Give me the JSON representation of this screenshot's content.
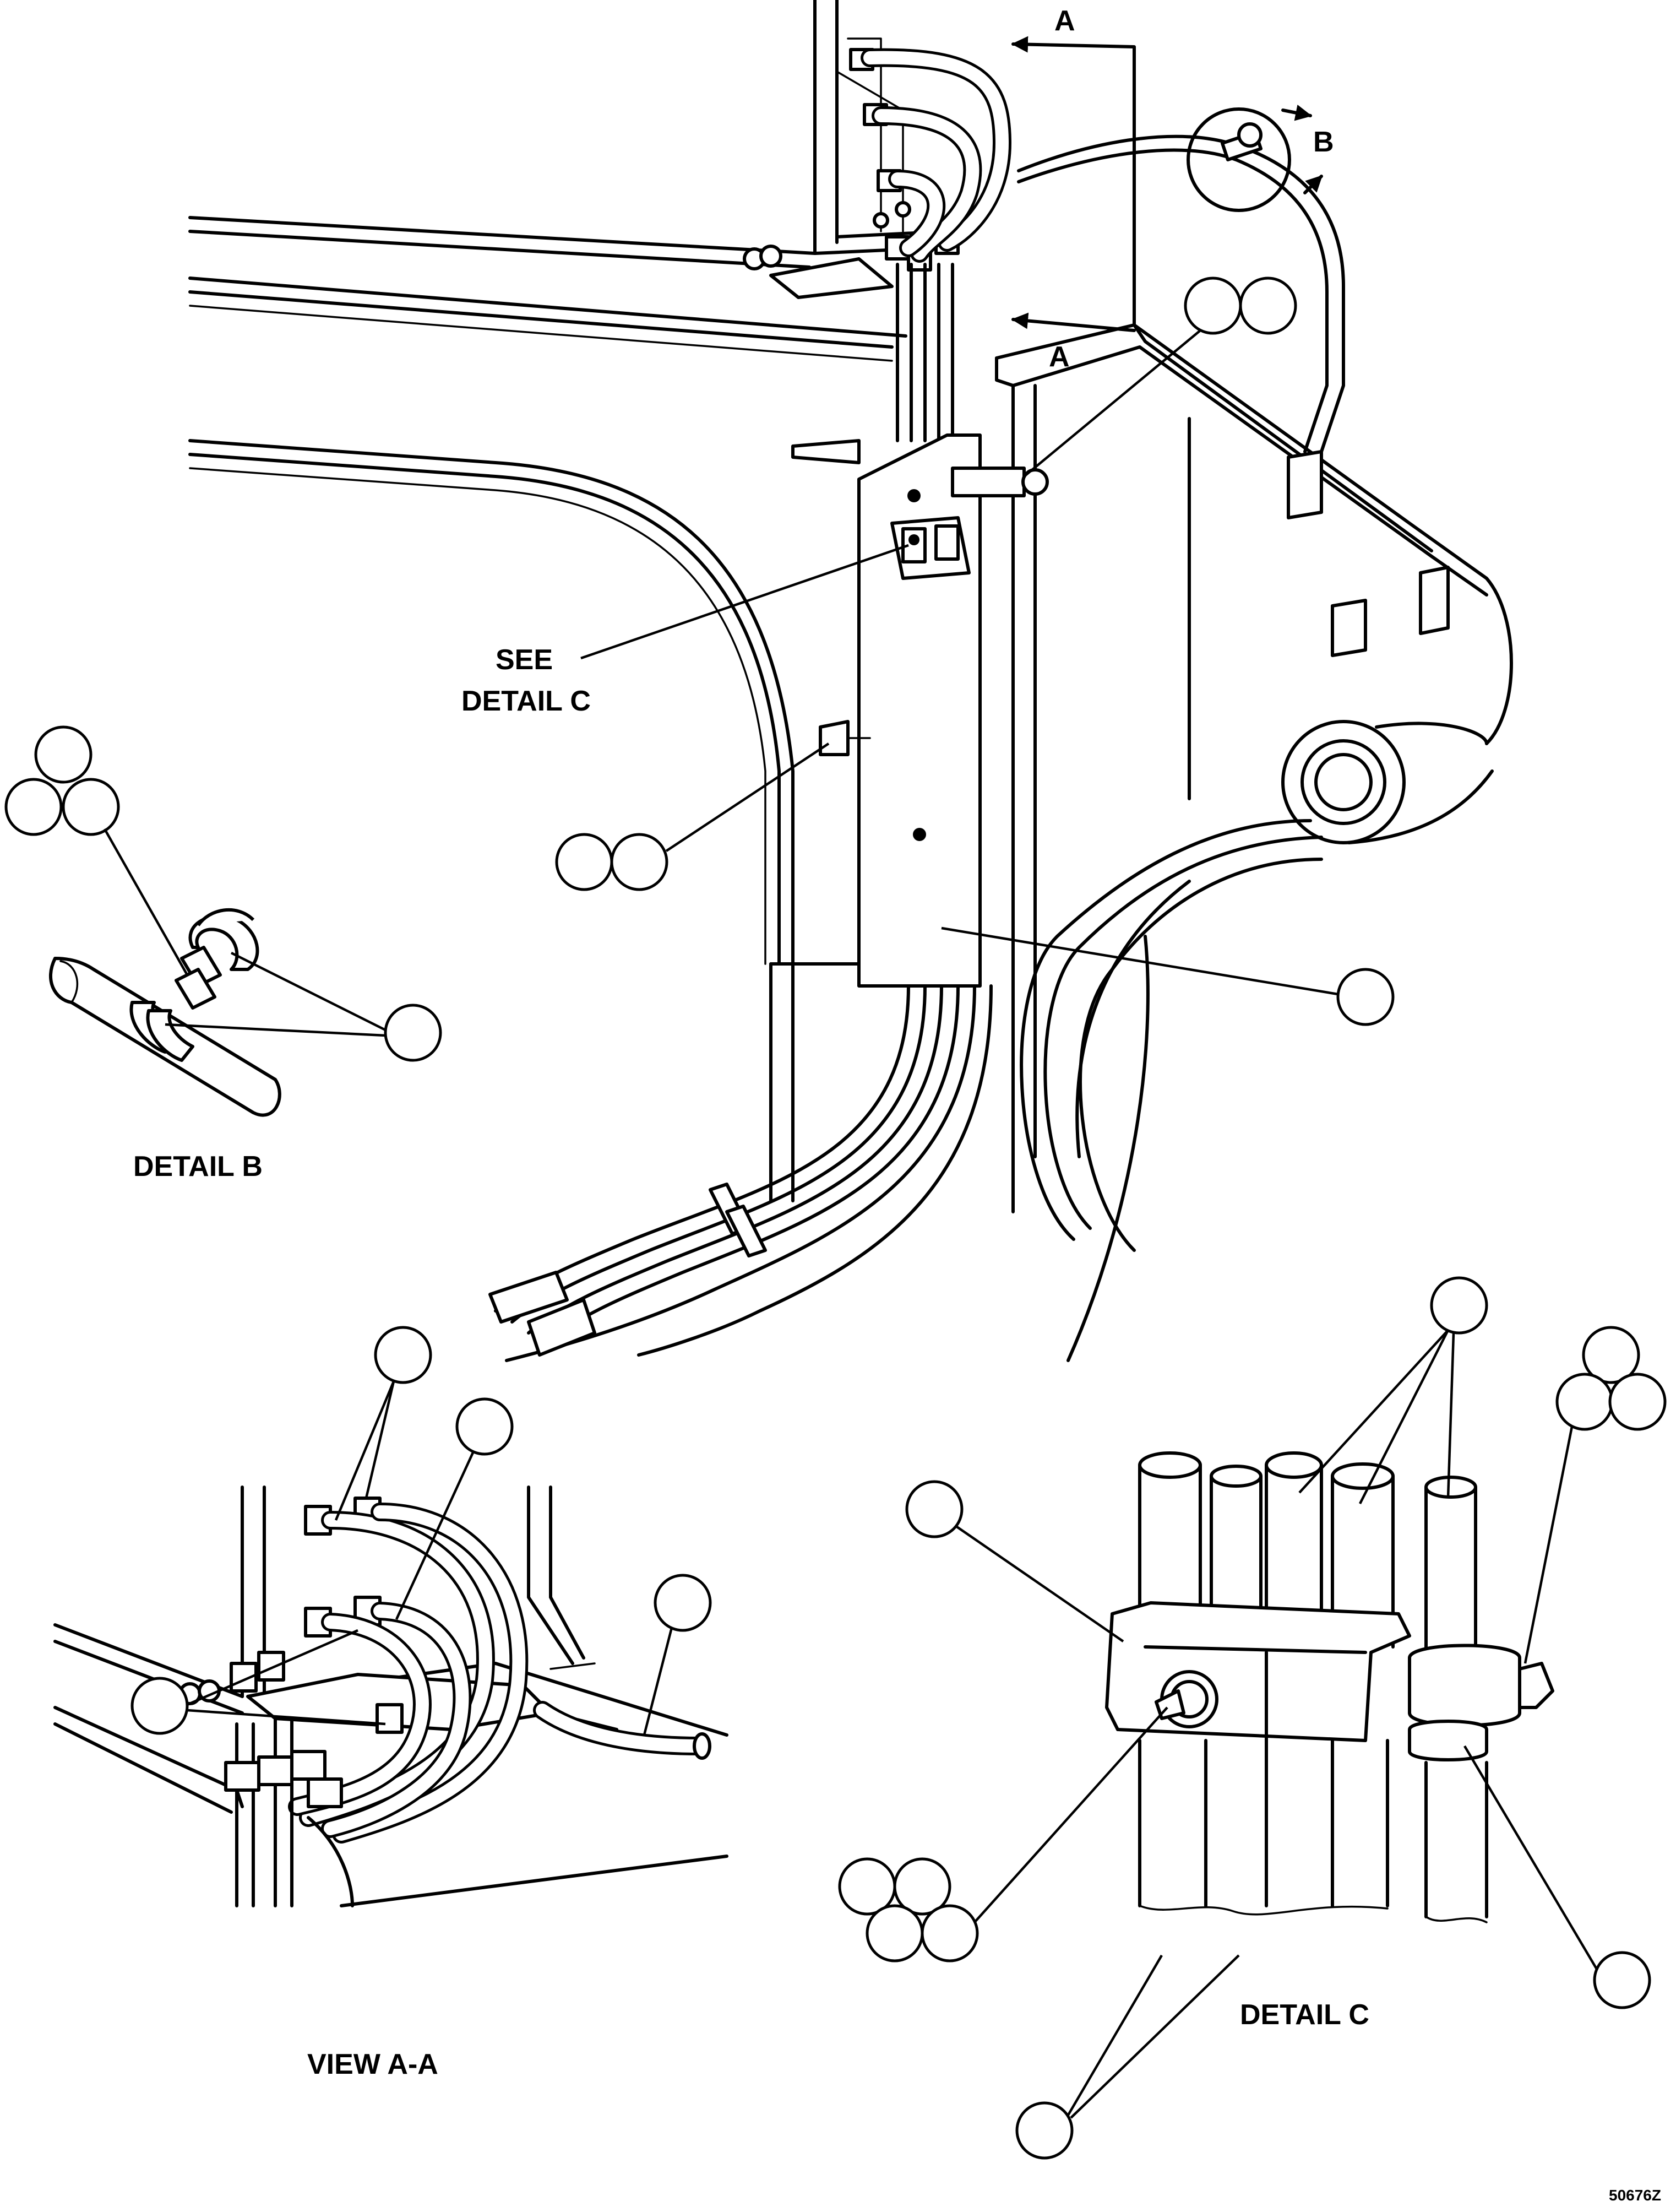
{
  "labels": {
    "section_arrow_top": "A",
    "section_arrow_lower": "A",
    "detail_b_arrow": "B",
    "see_line1": "SEE",
    "see_line2": "DETAIL C",
    "detail_b_title": "DETAIL B",
    "view_aa_title": "VIEW A-A",
    "detail_c_title": "DETAIL C",
    "drawing_number": "50676Z"
  }
}
